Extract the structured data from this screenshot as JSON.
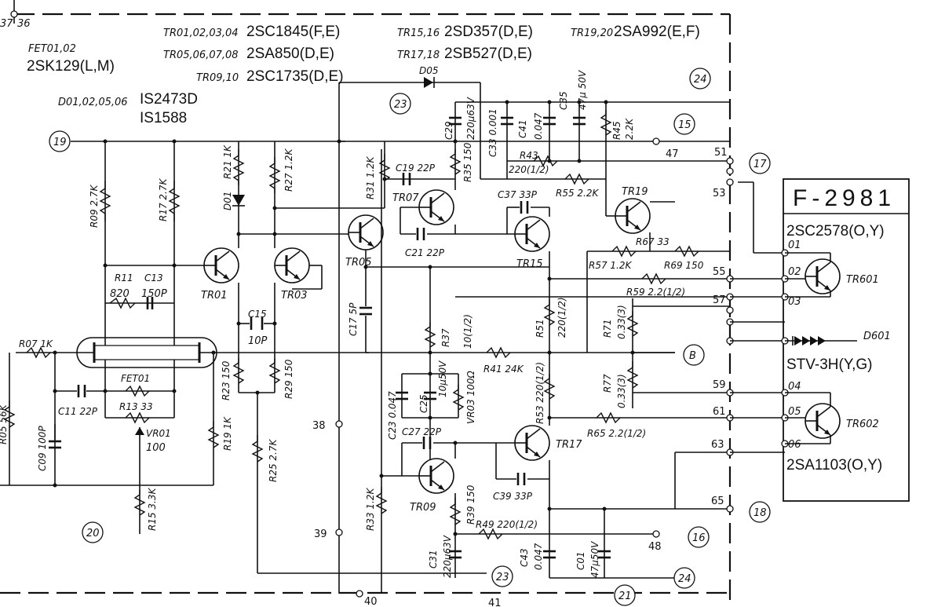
{
  "title_labels": {
    "fet_ref": "FET01,02",
    "fet_part": "2SK129(L,M)",
    "tr_a_ref": "TR01,02,03,04",
    "tr_a_part": "2SC1845(F,E)",
    "tr_b_ref": "TR05,06,07,08",
    "tr_b_part": "2SA850(D,E)",
    "tr_c_ref": "TR09,10",
    "tr_c_part": "2SC1735(D,E)",
    "tr_d_ref": "TR15,16",
    "tr_d_part": "2SD357(D,E)",
    "tr_e_ref": "TR17,18",
    "tr_e_part": "2SB527(D,E)",
    "tr_f_ref": "TR19,20",
    "tr_f_part": "2SA992(E,F)",
    "diode_ref": "D01,02,05,06",
    "diode_part1": "IS2473D",
    "diode_part2": "IS1588"
  },
  "module": {
    "title": "F-2981",
    "top_part": "2SC2578(O,Y)",
    "diode_part": "STV-3H(Y,G)",
    "bottom_part": "2SA1103(O,Y)",
    "tr601": "TR601",
    "tr602": "TR602",
    "d601": "D601",
    "pins": [
      "01",
      "02",
      "03",
      "04",
      "05",
      "06"
    ]
  },
  "components": {
    "r09": "R09 2.7K",
    "r17": "R17 2.7K",
    "r21": "R21 1K",
    "r27": "R27 1.2K",
    "d01": "D01",
    "tr01": "TR01",
    "tr03": "TR03",
    "r11": "R11",
    "r11v": "820",
    "c13": "C13",
    "c13v": "150P",
    "c15": "C15",
    "c15v": "10P",
    "r07": "R07 1K",
    "fet01": "FET01",
    "c11": "C11 22P",
    "r13": "R13 33",
    "vr01": "VR01",
    "vr01v": "100",
    "r23": "R23 150",
    "r29": "R29 150",
    "r19": "R19 1K",
    "r25": "R25 2.7K",
    "r15": "R15 3.3K",
    "c09": "C09 100P",
    "r05": "R05 56K",
    "tr05": "TR05",
    "r31": "R31 1.2K",
    "c19": "C19 22P",
    "tr07": "TR07",
    "c21": "C21 22P",
    "r35": "R35 150",
    "c29": "C29",
    "c29v": "220μ63V",
    "c17": "C17 5P",
    "r37": "R37",
    "r37v": "10(1/2)",
    "c23": "C23 0.047",
    "c25": "C25",
    "c25v": "10μ50V",
    "vr03": "VR03 100Ω",
    "r41": "R41 24K",
    "r51": "R51",
    "r51v": "220(1/2)",
    "r53": "R53 220(1/2)",
    "c27": "C27 22P",
    "tr09": "TR09",
    "r33": "R33 1.2K",
    "r39": "R39 150",
    "r49": "R49 220(1/2)",
    "c31": "C31",
    "c31v": "220μ63V",
    "c43": "C43",
    "c43v": "0.047",
    "c01": "C01",
    "c01v": "47μ50V",
    "tr17": "TR17",
    "c39": "C39 33P",
    "r65": "R65 2.2(1/2)",
    "c33": "C33 0.001",
    "c41": "C41",
    "c41v": "0.047",
    "c35": "C35",
    "c35v": "47μ 50V",
    "r43": "R43",
    "r43v": "220(1/2)",
    "r45": "R45",
    "r45v": "2.2K",
    "c37": "C37 33P",
    "r55": "R55 2.2K",
    "tr19": "TR19",
    "tr15": "TR15",
    "r67": "R67 33",
    "r57": "R57 1.2K",
    "r69": "R69 150",
    "r59": "R59 2.2(1/2)",
    "r71": "R71",
    "r71v": "0.33(3)",
    "r77": "R77",
    "r77v": "0.33(3)",
    "d05": "D05"
  },
  "nodes": {
    "n36": "36",
    "n37": "37",
    "n47": "47",
    "n51": "51",
    "n53": "53",
    "n55": "55",
    "n57": "57",
    "n59": "59",
    "n61": "61",
    "n63": "63",
    "n65": "65",
    "n38": "38",
    "n39": "39",
    "n40": "40",
    "n41": "41",
    "n48": "48"
  },
  "circles": {
    "c19": "19",
    "c20": "20",
    "c23a": "23",
    "c24a": "24",
    "c15": "15",
    "c17": "17",
    "cB": "B",
    "c16": "16",
    "c18": "18",
    "c23b": "23",
    "c24b": "24",
    "c21": "21"
  }
}
